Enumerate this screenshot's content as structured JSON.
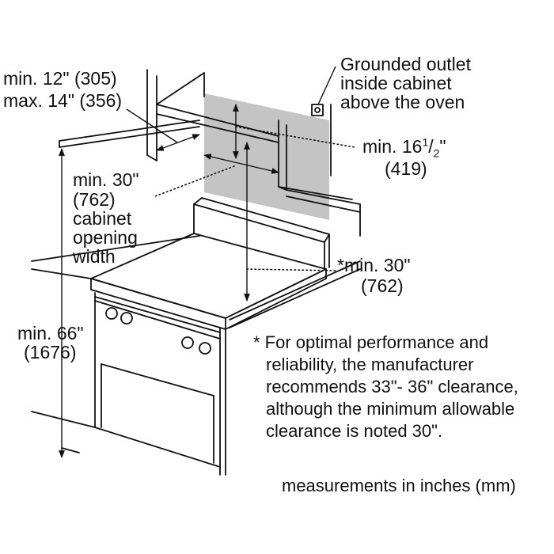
{
  "labels": {
    "upper_cabinet_depth": {
      "min": "min. 12\" (305)",
      "max": "max. 14\" (356)"
    },
    "outlet": {
      "line1": "Grounded outlet",
      "line2": "inside cabinet",
      "line3": "above the oven"
    },
    "outlet_height": {
      "prefix": "min. 16",
      "frac_num": "1",
      "frac_sep": "/",
      "frac_den": "2",
      "suffix": "\"",
      "mm": "(419)"
    },
    "cabinet_opening": {
      "line1": "min. 30\"",
      "line2": "(762)",
      "line3": "cabinet",
      "line4": "opening",
      "line5": "width"
    },
    "cooktop_clearance": {
      "line1": "*min. 30\"",
      "line2": "(762)"
    },
    "floor_to_cabinet": {
      "line1": "min. 66\"",
      "line2": "(1676)"
    },
    "footnote": {
      "line1": "* For optimal performance and",
      "line2": "reliability, the manufacturer",
      "line3": "recommends 33\"- 36\" clearance,",
      "line4": "although the minimum allowable",
      "line5": "clearance is noted 30\"."
    },
    "units_note": "measurements in inches (mm)"
  }
}
